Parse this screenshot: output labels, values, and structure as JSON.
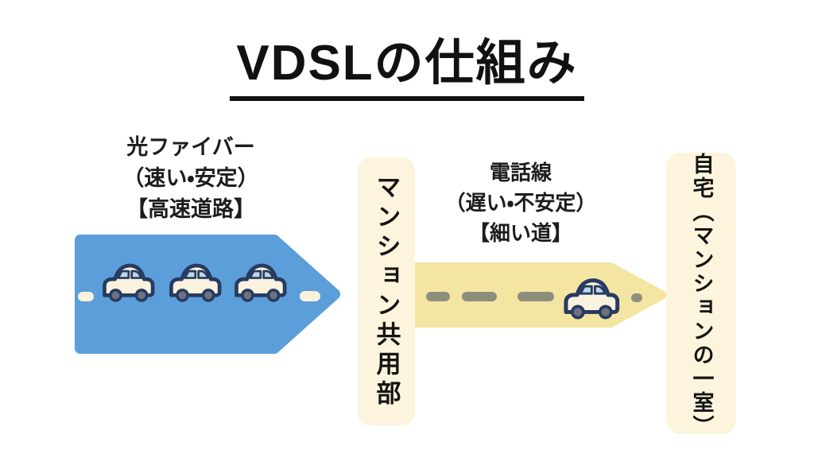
{
  "title": "VDSLの仕組み",
  "fiber": {
    "label_line1": "光ファイバー",
    "label_line2": "（速い・安定）",
    "label_line3": "【高速道路】",
    "car_count": 3
  },
  "mansion_shared": {
    "label": "マンション共用部"
  },
  "phone": {
    "label_line1": "電話線",
    "label_line2": "（遅い・不安定）",
    "label_line3": "【細い道】",
    "car_count": 1
  },
  "home": {
    "label": "自宅（マンションの一室）"
  },
  "colors": {
    "fiber_arrow": "#5B9ED9",
    "phone_arrow": "#F5E5A2",
    "box_background": "#FCF4DC",
    "car_body": "#F8F2DF",
    "car_outline": "#273B60",
    "car_window": "#BFD7ED",
    "car_wheel": "#6C7380",
    "phone_road_dash": "#8E8E7D",
    "fiber_road_dash": "#F8F2DF",
    "text": "#111111",
    "background": "#FFFFFF"
  },
  "icons": {
    "car": "car-icon"
  }
}
